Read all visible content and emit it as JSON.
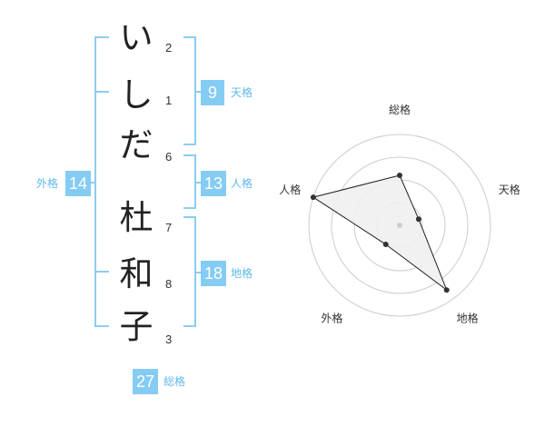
{
  "name_chars": [
    {
      "char": "い",
      "strokes": "2"
    },
    {
      "char": "し",
      "strokes": "1"
    },
    {
      "char": "だ",
      "strokes": "6"
    },
    {
      "char": "杜",
      "strokes": "7"
    },
    {
      "char": "和",
      "strokes": "8"
    },
    {
      "char": "子",
      "strokes": "3"
    }
  ],
  "kaku": {
    "tenkaku": {
      "label": "天格",
      "value": "9"
    },
    "jinkaku": {
      "label": "人格",
      "value": "13"
    },
    "chikaku": {
      "label": "地格",
      "value": "18"
    },
    "gaikaku": {
      "label": "外格",
      "value": "14"
    },
    "soukaku": {
      "label": "総格",
      "value": "27"
    }
  },
  "radar": {
    "axes": [
      "総格",
      "天格",
      "地格",
      "外格",
      "人格"
    ],
    "values": [
      0.55,
      0.22,
      0.88,
      0.26,
      1.0
    ],
    "fill": "#f0f0f0",
    "stroke": "#222222",
    "ring_color": "#cccccc",
    "accent": "#85ccf5"
  }
}
